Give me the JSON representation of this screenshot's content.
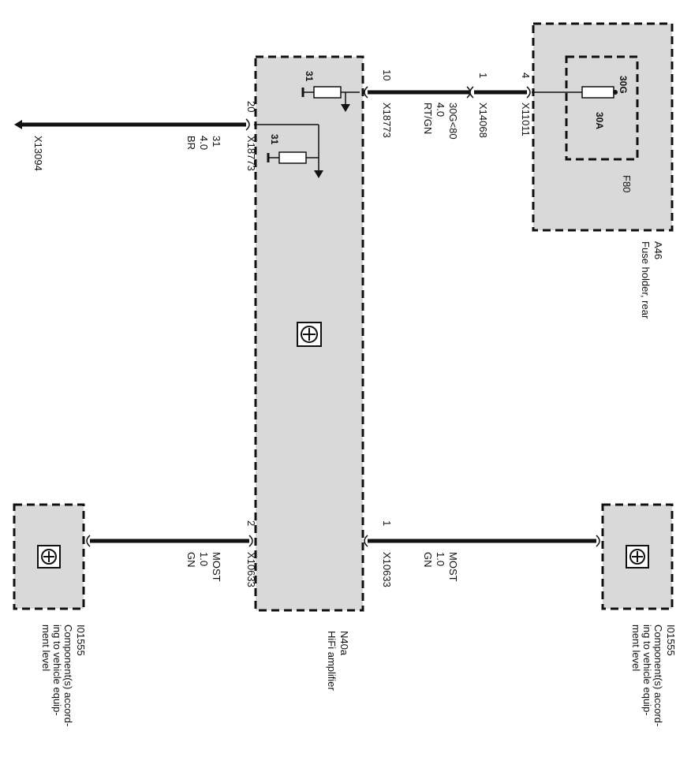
{
  "components": {
    "fuse_holder": {
      "id": "A46",
      "name": "Fuse holder, rear",
      "fuse_id": "F80",
      "fuse_rating": "30A",
      "fuse_terminal": "30G"
    },
    "amplifier": {
      "id": "N40a",
      "name": "HiFi amplifier"
    },
    "comp_right": {
      "id": "I01555",
      "name_lines": [
        "Component(s) accord-",
        "ing to vehicle equip-",
        "ment level"
      ]
    },
    "comp_left": {
      "id": "I01555",
      "name_lines": [
        "Component(s) accord-",
        "ing to vehicle equip-",
        "ment level"
      ]
    }
  },
  "connectors": {
    "x11011": {
      "id": "X11011",
      "pin": "4"
    },
    "x14068": {
      "id": "X14068",
      "pin": "1"
    },
    "x18773_top": {
      "id": "X18773",
      "pin": "10"
    },
    "x18773_bot": {
      "id": "X18773",
      "pin": "20"
    },
    "x13094": {
      "id": "X13094"
    },
    "x10633_right": {
      "id": "X10633",
      "pin": "1"
    },
    "x10633_left": {
      "id": "X10633",
      "pin": "2"
    }
  },
  "wires": {
    "supply": {
      "signal": "30G<80",
      "size": "4.0",
      "color": "RT/GN"
    },
    "ground": {
      "signal": "31",
      "size": "4.0",
      "color": "BR"
    },
    "most_right": {
      "signal": "MOST",
      "size": "1.0",
      "color": "GN"
    },
    "most_left": {
      "signal": "MOST",
      "size": "1.0",
      "color": "GN"
    }
  },
  "internal": {
    "ground_label_1": "31",
    "ground_label_2": "31"
  }
}
